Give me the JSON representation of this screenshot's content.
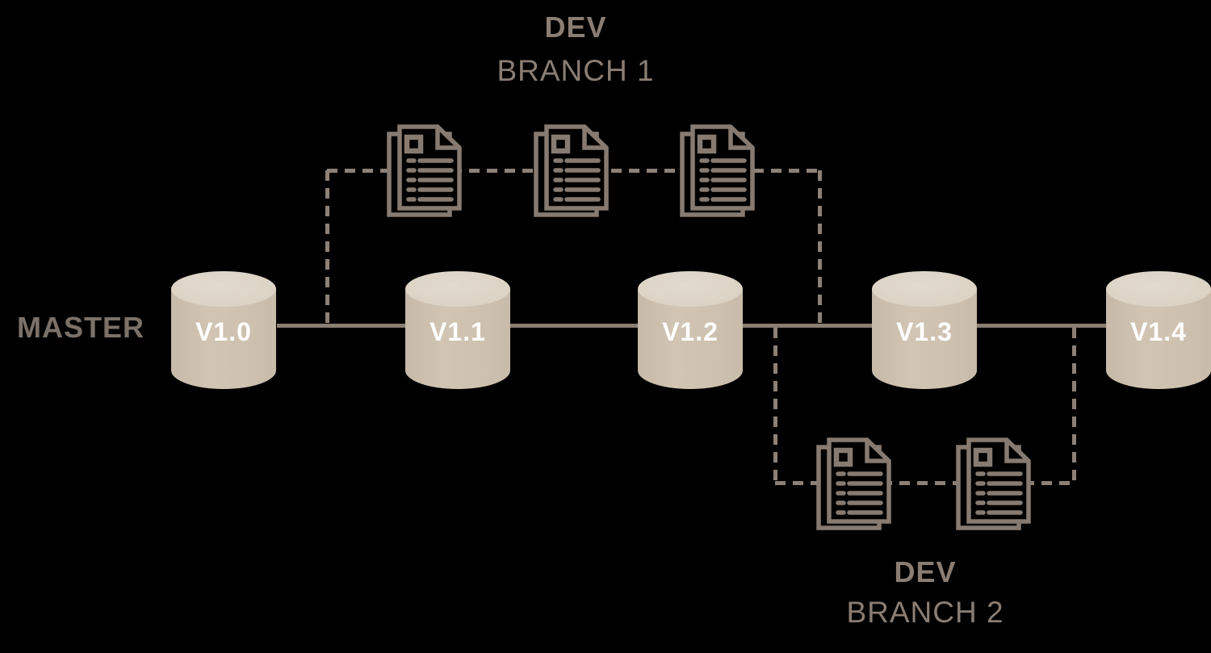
{
  "diagram": {
    "background": "#000000",
    "master": {
      "label": "MASTER",
      "versions": [
        "V1.0",
        "V1.1",
        "V1.2",
        "V1.3",
        "V1.4"
      ]
    },
    "branch1": {
      "title": "DEV",
      "subtitle": "BRANCH 1",
      "document_stacks": 3
    },
    "branch2": {
      "title": "DEV",
      "subtitle": "BRANCH 2",
      "document_stacks": 2
    },
    "colors": {
      "master_line": "#8a7e72",
      "dashed_line": "#8d8177",
      "icon_stroke": "#877b71",
      "cylinder_body": "#ccbfad",
      "cylinder_top": "#ded5c7",
      "master_label_text": "#7b7168",
      "branch_label_text": "#8a7d73",
      "version_text": "#ffffff"
    },
    "icon_names": [
      "database-cylinder-icon",
      "document-stack-icon"
    ]
  }
}
